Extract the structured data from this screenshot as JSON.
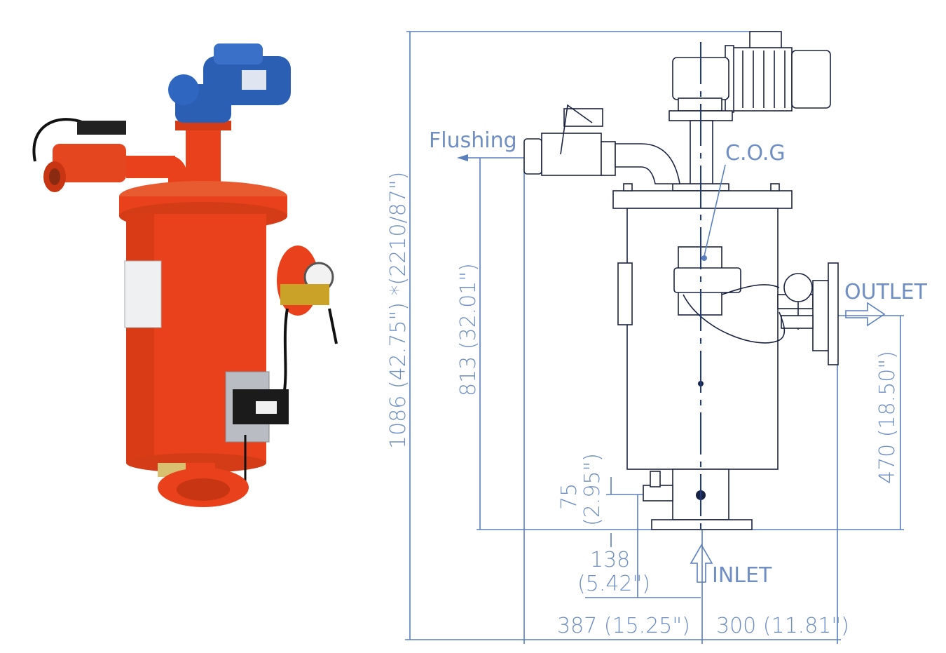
{
  "colors": {
    "dimension_blue": "#6f8fc4",
    "line_blue": "#5a7fbf",
    "body_red": "#e8411c",
    "motor_blue": "#2b5fb4",
    "drawing_ink": "#1a2340"
  },
  "labels": {
    "flushing": "Flushing",
    "cog": "C.O.G",
    "outlet": "OUTLET",
    "inlet": "INLET"
  },
  "dimensions": {
    "overall_height": "1086 (42.75\") *(2210/87\")",
    "flushing_height": "813 (32.01\")",
    "outlet_height": "470 (18.50\")",
    "drain_height_mm": "75",
    "drain_height_in": "(2.95\")",
    "drain_offset_mm": "138",
    "drain_offset_in": "(5.42\")",
    "left_width": "387 (15.25\")",
    "right_width": "300 (11.81\")"
  },
  "icons": [
    "filter-product-photo",
    "flow-arrow-up-icon",
    "flow-arrow-right-icon"
  ]
}
